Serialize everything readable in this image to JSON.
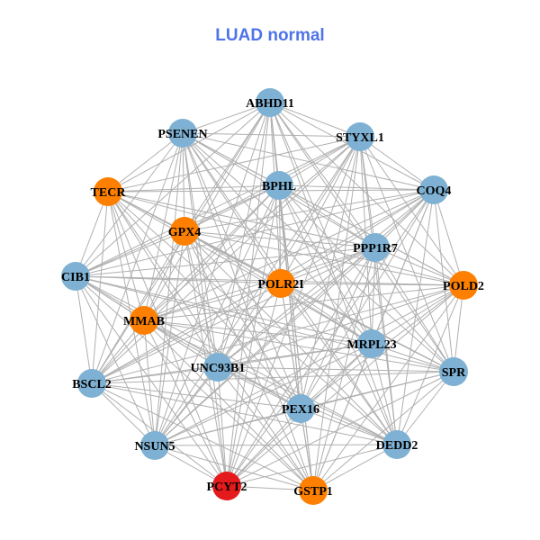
{
  "title": "LUAD normal",
  "colors": {
    "title": "#4f74e8",
    "blue": "#7eb1d3",
    "orange": "#ff8000",
    "red": "#e41a1c",
    "edge": "#b0b0b0"
  },
  "nodes": [
    {
      "id": "ABHD11",
      "group": "blue"
    },
    {
      "id": "PSENEN",
      "group": "blue"
    },
    {
      "id": "STYXL1",
      "group": "blue"
    },
    {
      "id": "TECR",
      "group": "orange"
    },
    {
      "id": "BPHL",
      "group": "blue"
    },
    {
      "id": "COQ4",
      "group": "blue"
    },
    {
      "id": "GPX4",
      "group": "orange"
    },
    {
      "id": "PPP1R7",
      "group": "blue"
    },
    {
      "id": "CIB1",
      "group": "blue"
    },
    {
      "id": "POLR2I",
      "group": "orange"
    },
    {
      "id": "POLD2",
      "group": "orange"
    },
    {
      "id": "MMAB",
      "group": "orange"
    },
    {
      "id": "MRPL23",
      "group": "blue"
    },
    {
      "id": "UNC93B1",
      "group": "blue"
    },
    {
      "id": "SPR",
      "group": "blue"
    },
    {
      "id": "BSCL2",
      "group": "blue"
    },
    {
      "id": "PEX16",
      "group": "blue"
    },
    {
      "id": "DEDD2",
      "group": "blue"
    },
    {
      "id": "NSUN5",
      "group": "blue"
    },
    {
      "id": "PCYT2",
      "group": "red"
    },
    {
      "id": "GSTP1",
      "group": "orange"
    }
  ],
  "edges": "all-pairs"
}
